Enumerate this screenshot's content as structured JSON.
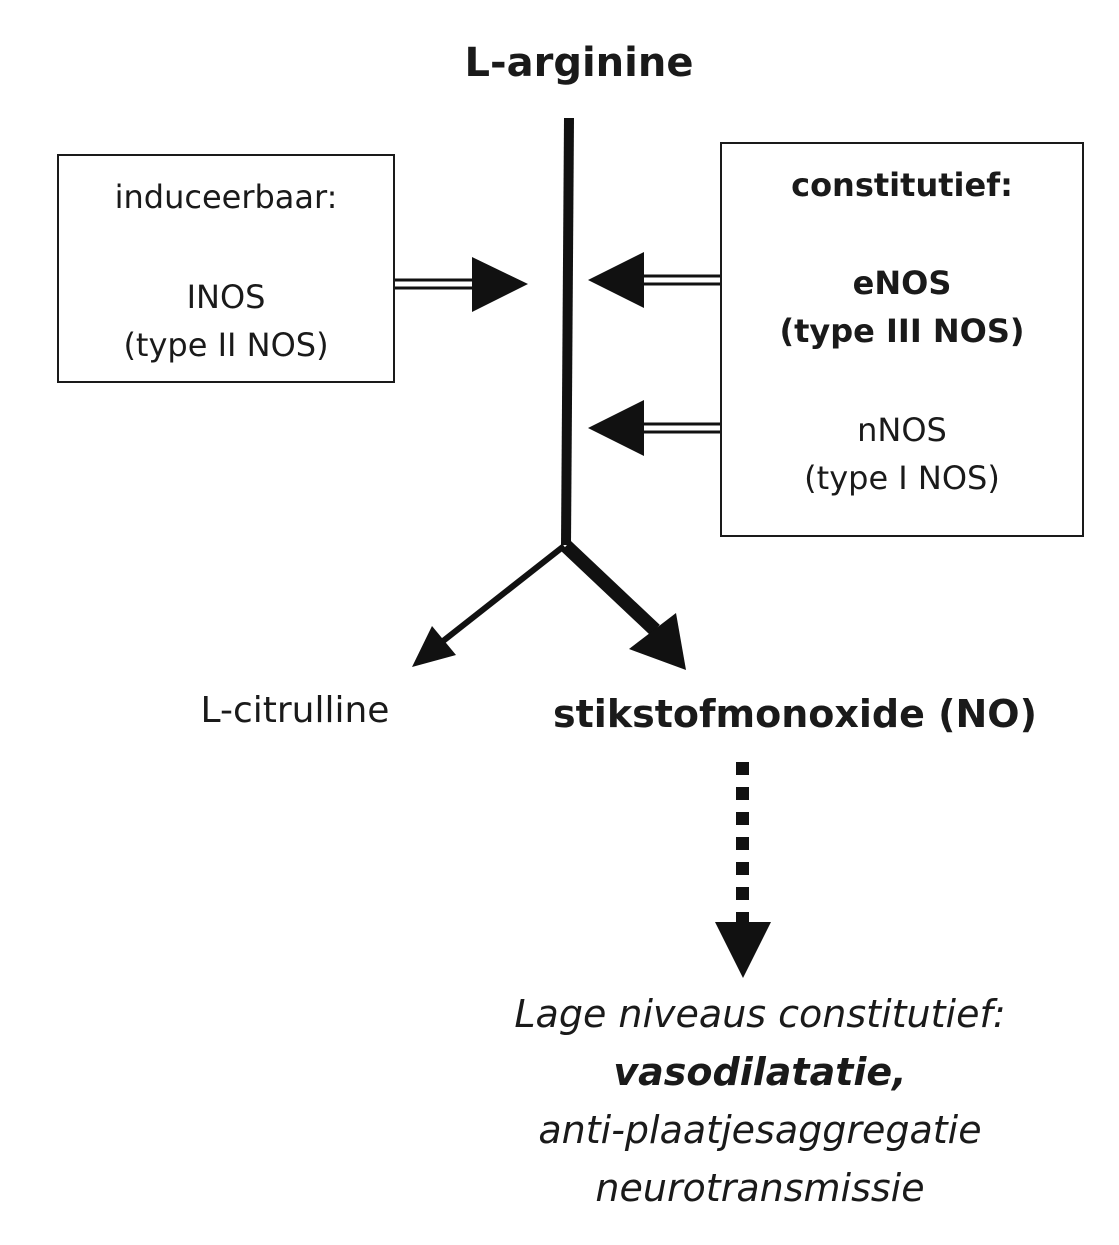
{
  "diagram": {
    "substrate": "L-arginine",
    "inducible_box": {
      "heading": "induceerbaar:",
      "enzyme": "INOS",
      "type": "(type II NOS)"
    },
    "constitutive_box": {
      "heading": "constitutief:",
      "enzymes": [
        {
          "name": "eNOS",
          "type": "(type III NOS)"
        },
        {
          "name": "nNOS",
          "type": "(type I NOS)"
        }
      ]
    },
    "products": {
      "byproduct": "L-citrulline",
      "main": "stikstofmonoxide (NO)"
    },
    "effects": {
      "line1": "Lage niveaus constitutief:",
      "line2": "vasodilatatie,",
      "line3": "anti-plaatjesaggregatie",
      "line4": "neurotransmissie"
    },
    "colors": {
      "ink": "#1a1a1a",
      "background": "#ffffff"
    }
  }
}
